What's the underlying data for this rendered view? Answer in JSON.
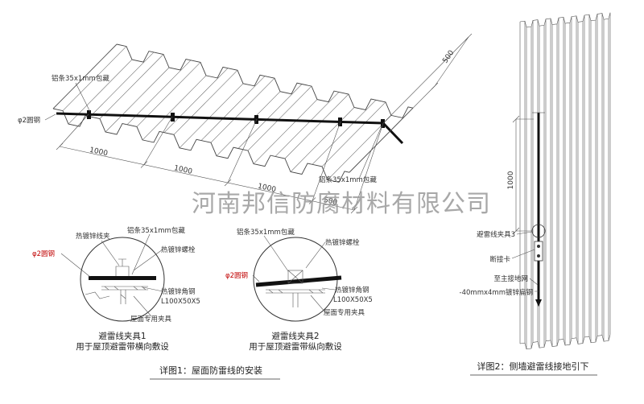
{
  "watermark": "河南邦信防腐材料有限公司",
  "roof": {
    "label_strip_top": "铝条35x1mm包藏",
    "label_strip_right": "铝条35x1mm包藏",
    "label_round_steel": "φ2圆钢",
    "dims": {
      "seg1": "1000",
      "seg2": "1000",
      "seg3": "1000",
      "seg4": "500",
      "edge": "500"
    }
  },
  "detail1": {
    "labels": {
      "clamp": "热镀锌线夹",
      "strip": "铝条35x1mm包藏",
      "bolt": "热镀锌螺栓",
      "round_steel": "φ2圆钢",
      "angle": "热镀锌角钢",
      "angle_spec": "L100X50X5",
      "roof_clamp": "屋面专用夹具"
    },
    "title": "避雷线夹具1",
    "subtitle": "用于屋顶避雷带横向敷设"
  },
  "detail2": {
    "labels": {
      "strip": "铝条35x1mm包藏",
      "bolt": "热镀锌螺栓",
      "round_steel": "φ2圆钢",
      "angle": "热镀锌角钢",
      "angle_spec": "L100X50X5",
      "roof_clamp": "屋面专用夹具"
    },
    "title": "避雷线夹具2",
    "subtitle": "用于屋顶避雷带纵向敷设"
  },
  "wall": {
    "dim": "1000",
    "labels": {
      "clamp3": "避雷线夹具3",
      "disconnect": "断接卡",
      "to_ground": "至主接地网",
      "flat_steel": "-40mmx4mm镀锌扁钢"
    }
  },
  "captions": {
    "left": "详图1：屋面防雷线的安装",
    "right": "详图2：侧墙避雷线接地引下"
  },
  "colors": {
    "line": "#333333",
    "accent_red": "#c00000",
    "watermark": "#9a9a9a"
  }
}
